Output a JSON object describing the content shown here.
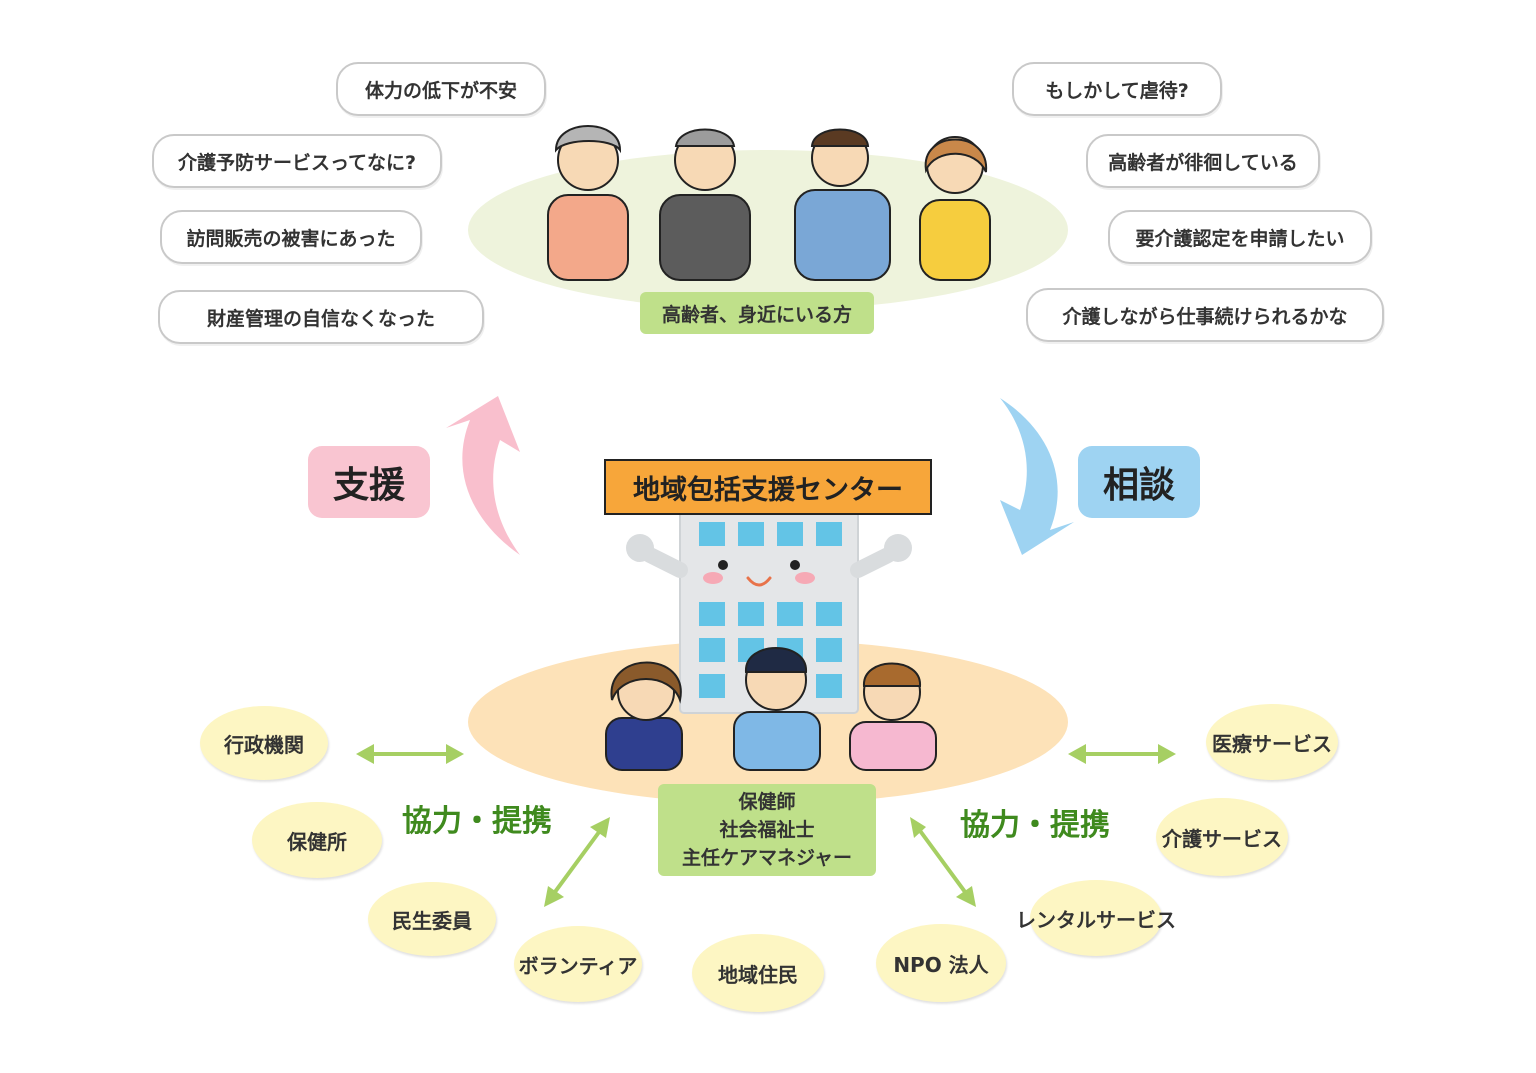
{
  "speech_left": [
    "体力の低下が不安",
    "介護予防サービスってなに?",
    "訪問販売の被害にあった",
    "財産管理の自信なくなった"
  ],
  "speech_right": [
    "もしかして虐待?",
    "高齢者が徘徊している",
    "要介護認定を申請したい",
    "介護しながら仕事続けられるかな"
  ],
  "elder_label": "高齢者、身近にいる方",
  "support_label": "支援",
  "consult_label": "相談",
  "center_title": "地域包括支援センター",
  "staff": [
    "保健師",
    "社会福祉士",
    "主任ケアマネジャー"
  ],
  "cooperation_label": "協力・提携",
  "partners_left": [
    "行政機関",
    "保健所",
    "民生委員",
    "ボランティア"
  ],
  "partners_center": "地域住民",
  "partners_right": [
    "医療サービス",
    "介護サービス",
    "レンタルサービス",
    "NPO 法人"
  ],
  "colors": {
    "support_pink": "#f9c5d1",
    "consult_blue": "#9ed3f2",
    "center_orange": "#f7a63a",
    "label_green": "#bfe08a",
    "partner_yellow": "#fdf6c3",
    "coop_green": "#3f8a1e"
  }
}
